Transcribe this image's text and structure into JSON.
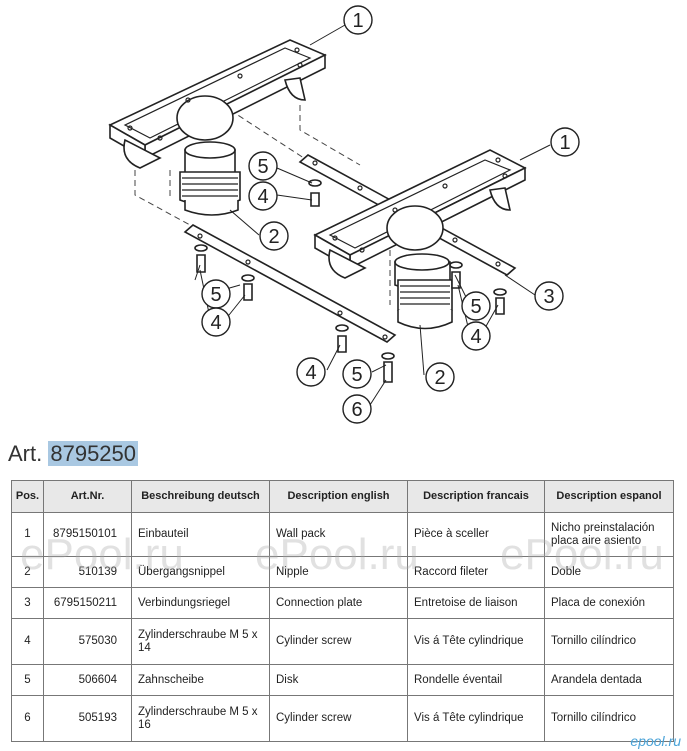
{
  "callouts": [
    "1",
    "1",
    "5",
    "4",
    "2",
    "5",
    "4",
    "3",
    "5",
    "4",
    "4",
    "5",
    "2",
    "6"
  ],
  "article": {
    "prefix": "Art.",
    "number": "8795250"
  },
  "table": {
    "headers": [
      "Pos.",
      "Art.Nr.",
      "Beschreibung deutsch",
      "Description english",
      "Description francais",
      "Description espanol"
    ],
    "rows": [
      {
        "pos": "1",
        "art": "8795150101",
        "de": "Einbauteil",
        "en": "Wall pack",
        "fr": "Pièce à sceller",
        "es": "Nicho preinstalación placa aire asiento"
      },
      {
        "pos": "2",
        "art": "510139",
        "de": "Übergangsnippel",
        "en": "Nipple",
        "fr": "Raccord fileter",
        "es": "Doble"
      },
      {
        "pos": "3",
        "art": "6795150211",
        "de": "Verbindungsriegel",
        "en": "Connection plate",
        "fr": "Entretoise de liaison",
        "es": "Placa de conexión"
      },
      {
        "pos": "4",
        "art": "575030",
        "de": "Zylinderschraube M 5 x 14",
        "en": "Cylinder screw",
        "fr": "Vis á Tête cylindrique",
        "es": "Tornillo cilíndrico"
      },
      {
        "pos": "5",
        "art": "506604",
        "de": "Zahnscheibe",
        "en": "Disk",
        "fr": "Rondelle éventail",
        "es": "Arandela dentada"
      },
      {
        "pos": "6",
        "art": "505193",
        "de": "Zylinderschraube M 5 x 16",
        "en": "Cylinder screw",
        "fr": "Vis á Tête cylindrique",
        "es": "Tornillo cilíndrico"
      }
    ]
  },
  "watermarks": [
    "ePool.ru",
    "ePool.ru",
    "ePool.ru"
  ],
  "logo": "epool.ru",
  "colors": {
    "highlight": "#a9c8e2",
    "header_bg": "#e8e8e8",
    "logo": "#4aa3d8"
  }
}
